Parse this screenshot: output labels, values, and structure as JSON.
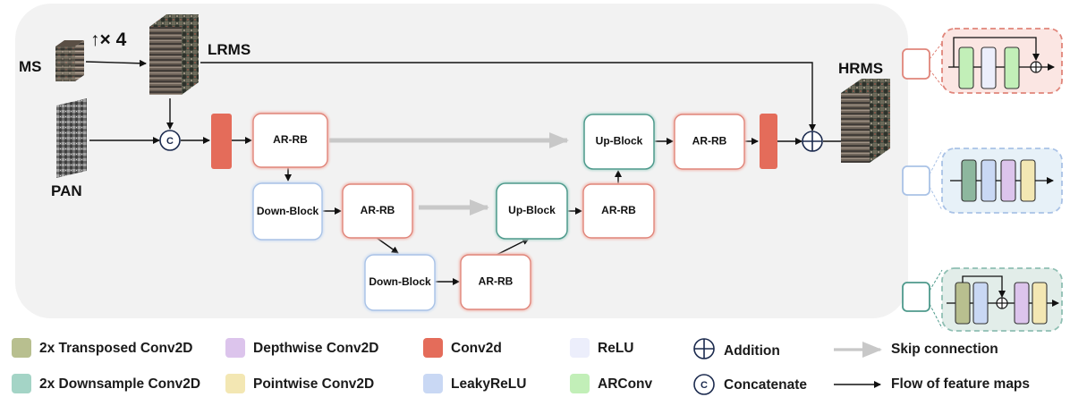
{
  "labels": {
    "ms": "MS",
    "upscale": "↑× 4",
    "lrms": "LRMS",
    "pan": "PAN",
    "hrms": "HRMS",
    "concat_symbol": "C"
  },
  "blocks": {
    "arrb_1": "AR-RB",
    "down_block_1": "Down-Block",
    "arrb_2": "AR-RB",
    "down_block_2": "Down-Block",
    "arrb_3": "AR-RB",
    "up_block_1": "Up-Block",
    "arrb_4": "AR-RB",
    "up_block_2": "Up-Block",
    "arrb_5": "AR-RB"
  },
  "legend": {
    "transposed": "2x Transposed Conv2D",
    "downsample": "2x Downsample Conv2D",
    "depthwise": "Depthwise Conv2D",
    "pointwise": "Pointwise Conv2D",
    "conv2d": "Conv2d",
    "leakyrelu": "LeakyReLU",
    "relu": "ReLU",
    "arconv": "ARConv",
    "addition": "Addition",
    "concatenate": "Concatenate",
    "skip": "Skip connection",
    "flow": "Flow of feature maps"
  },
  "colors": {
    "panel_bg": "#f2f2f2",
    "conv2d": "#e46c5a",
    "arrb_border": "#e0857a",
    "down_border": "#a9c2e6",
    "up_border": "#4e9a8c",
    "transposed": "#b8bf8f",
    "downsample": "#a4d4c6",
    "depthwise": "#dcc4ec",
    "pointwise": "#f3e7b3",
    "leakyrelu": "#c9d8f4",
    "relu": "#eceefb",
    "arconv": "#c2efb8",
    "skip_arrow": "#c8c8c8",
    "flow_arrow": "#111111"
  }
}
